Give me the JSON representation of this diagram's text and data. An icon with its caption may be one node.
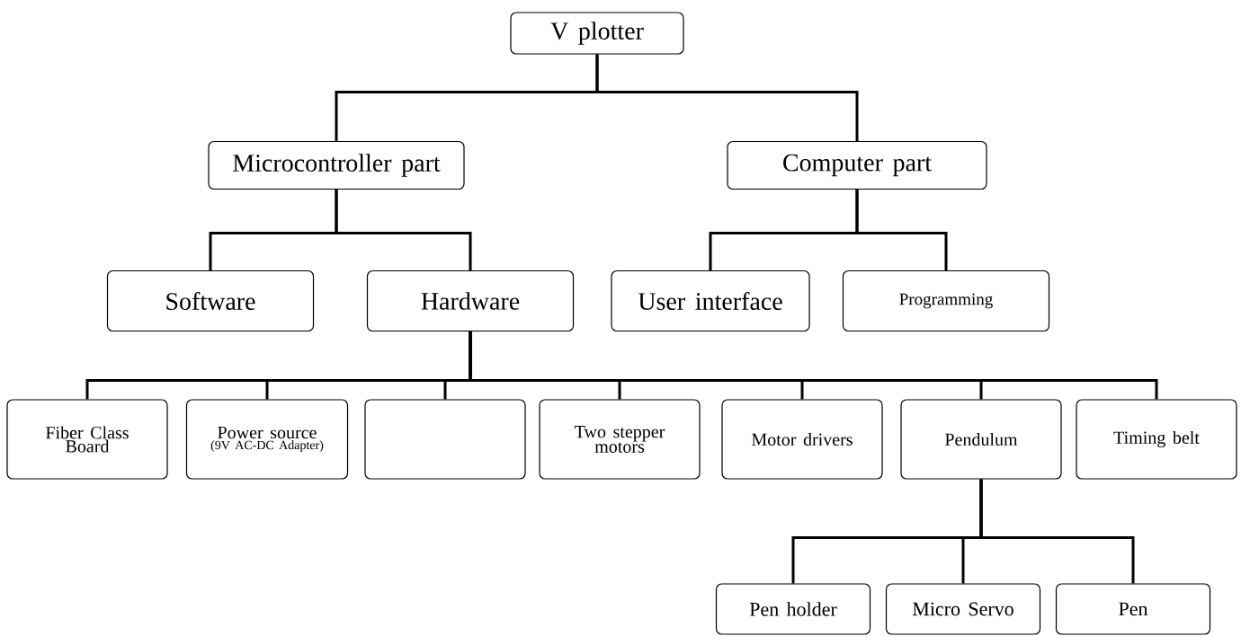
{
  "diagram": {
    "nodes": [
      {
        "text": [
          "V plotter"
        ]
      },
      {
        "text": [
          "Microcontroller part"
        ]
      },
      {
        "text": [
          "Computer part"
        ]
      },
      {
        "text": [
          "Software"
        ]
      },
      {
        "text": [
          "Hardware"
        ]
      },
      {
        "text": [
          "User interface"
        ]
      },
      {
        "text": [
          "Programming"
        ]
      },
      {
        "text": [
          "Fiber Class Board"
        ]
      },
      {
        "text": [
          "Power source",
          "(9V AC-DC Adapter)"
        ]
      },
      {
        "text": [],
        "shape": "box"
      },
      {
        "text": [
          "Two stepper motors"
        ]
      },
      {
        "text": [
          "Motor drivers"
        ]
      },
      {
        "text": [
          "Pendulum"
        ]
      },
      {
        "text": [
          "Timing belt"
        ]
      },
      {
        "text": [
          "Pen holder"
        ]
      },
      {
        "text": [
          "Micro Servo"
        ]
      },
      {
        "text": [
          "Pen"
        ]
      }
    ],
    "edges": [
      {
        "from": 0,
        "to": 1,
        "arrow": "none"
      },
      {
        "from": 0,
        "to": 2,
        "arrow": "none"
      },
      {
        "from": 1,
        "to": 3,
        "arrow": "none"
      },
      {
        "from": 1,
        "to": 4,
        "arrow": "none"
      },
      {
        "from": 2,
        "to": 5,
        "arrow": "none"
      },
      {
        "from": 2,
        "to": 6,
        "arrow": "none"
      },
      {
        "from": 4,
        "to": 7,
        "arrow": "none"
      },
      {
        "from": 4,
        "to": 8,
        "arrow": "none"
      },
      {
        "from": 4,
        "to": 9,
        "arrow": "none"
      },
      {
        "from": 4,
        "to": 10,
        "arrow": "none"
      },
      {
        "from": 4,
        "to": 11,
        "arrow": "none"
      },
      {
        "from": 4,
        "to": 12,
        "arrow": "none"
      },
      {
        "from": 4,
        "to": 13,
        "arrow": "none"
      },
      {
        "from": 12,
        "to": 14,
        "arrow": "none"
      },
      {
        "from": 12,
        "to": 15,
        "arrow": "none"
      },
      {
        "from": 12,
        "to": 16,
        "arrow": "none"
      }
    ]
  }
}
